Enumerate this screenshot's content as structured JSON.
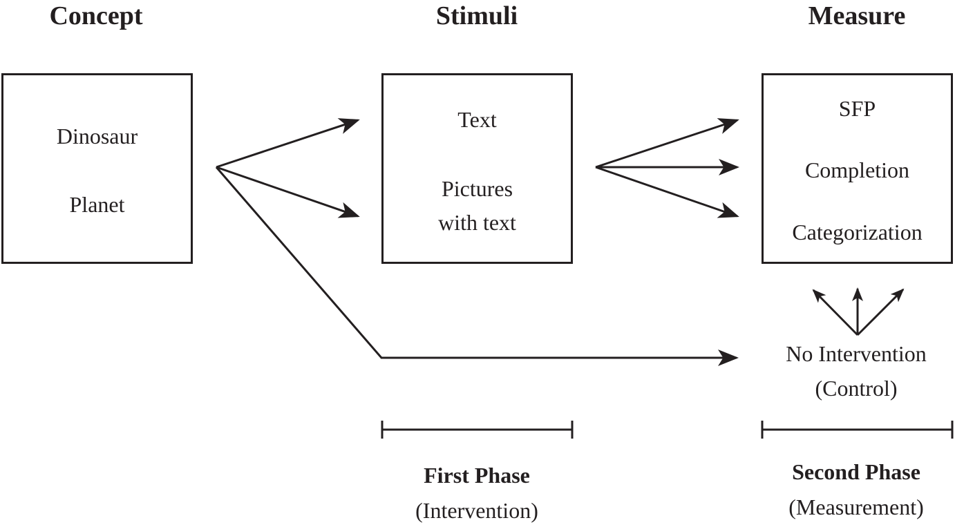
{
  "headers": {
    "concept": "Concept",
    "stimuli": "Stimuli",
    "measure": "Measure"
  },
  "concept_box": {
    "items": [
      "Dinosaur",
      "Planet"
    ]
  },
  "stimuli_box": {
    "items": [
      "Text",
      "Pictures",
      "with text"
    ]
  },
  "measure_box": {
    "items": [
      "SFP",
      "Completion",
      "Categorization"
    ]
  },
  "control": {
    "line1": "No Intervention",
    "line2": "(Control)"
  },
  "phases": {
    "first": {
      "title": "First Phase",
      "subtitle": "(Intervention)"
    },
    "second": {
      "title": "Second Phase",
      "subtitle": "(Measurement)"
    }
  },
  "colors": {
    "ink": "#231f20",
    "background": "#ffffff"
  }
}
